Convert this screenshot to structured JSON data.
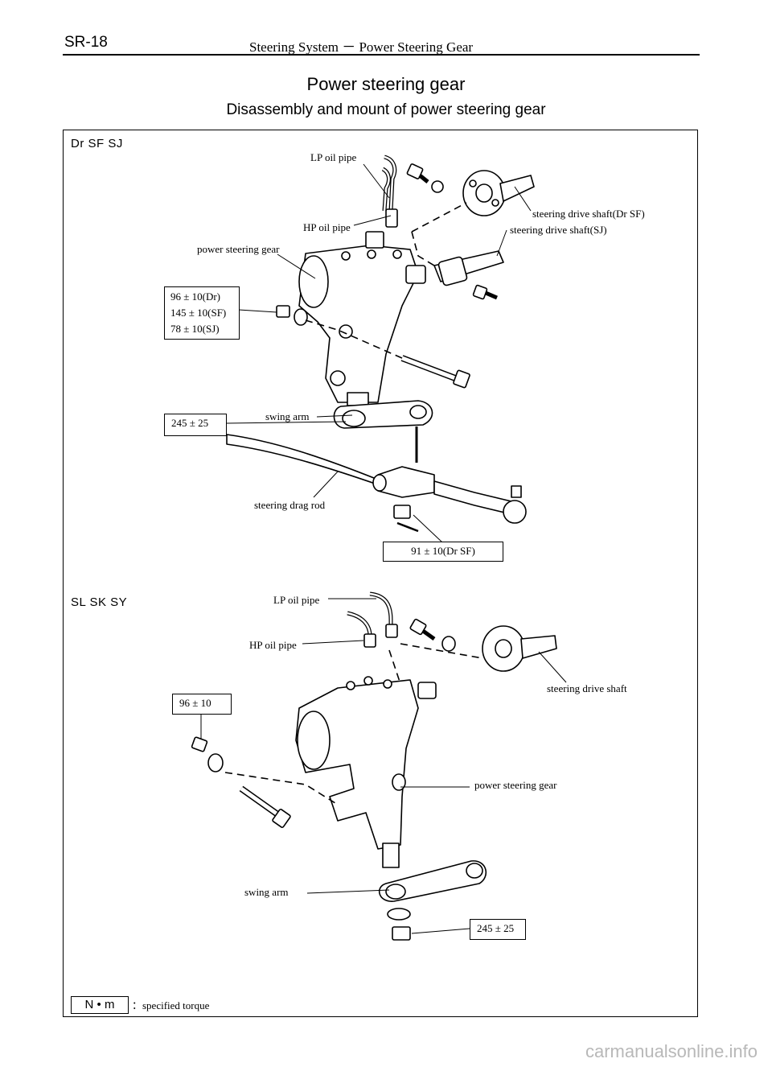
{
  "header": {
    "code": "SR-18",
    "title": "Steering System － Power Steering Gear"
  },
  "page": {
    "title": "Power steering gear",
    "subtitle": "Disassembly and mount of power steering gear"
  },
  "section1": {
    "label": "Dr SF SJ",
    "lp_oil_pipe": "LP oil pipe",
    "hp_oil_pipe": "HP oil pipe",
    "power_steering_gear": "power steering gear",
    "shaft_dr_sf": "steering drive shaft(Dr SF)",
    "shaft_sj": "steering drive shaft(SJ)",
    "torque_multi": [
      "96 ± 10(Dr)",
      "145 ± 10(SF)",
      "78 ± 10(SJ)"
    ],
    "torque_swing": "245 ± 25",
    "swing_arm": "swing arm",
    "drag_rod": "steering drag rod",
    "torque_drag": "91 ± 10(Dr SF)"
  },
  "section2": {
    "label": "SL SK SY",
    "lp_oil_pipe": "LP oil pipe",
    "hp_oil_pipe": "HP oil pipe",
    "drive_shaft": "steering drive shaft",
    "torque_nut": "96 ± 10",
    "power_steering_gear": "power steering gear",
    "swing_arm": "swing arm",
    "torque_swing": "245 ± 25"
  },
  "legend": {
    "unit": "N • m",
    "text": "：specified torque"
  },
  "watermark": "carmanualsonline.info"
}
